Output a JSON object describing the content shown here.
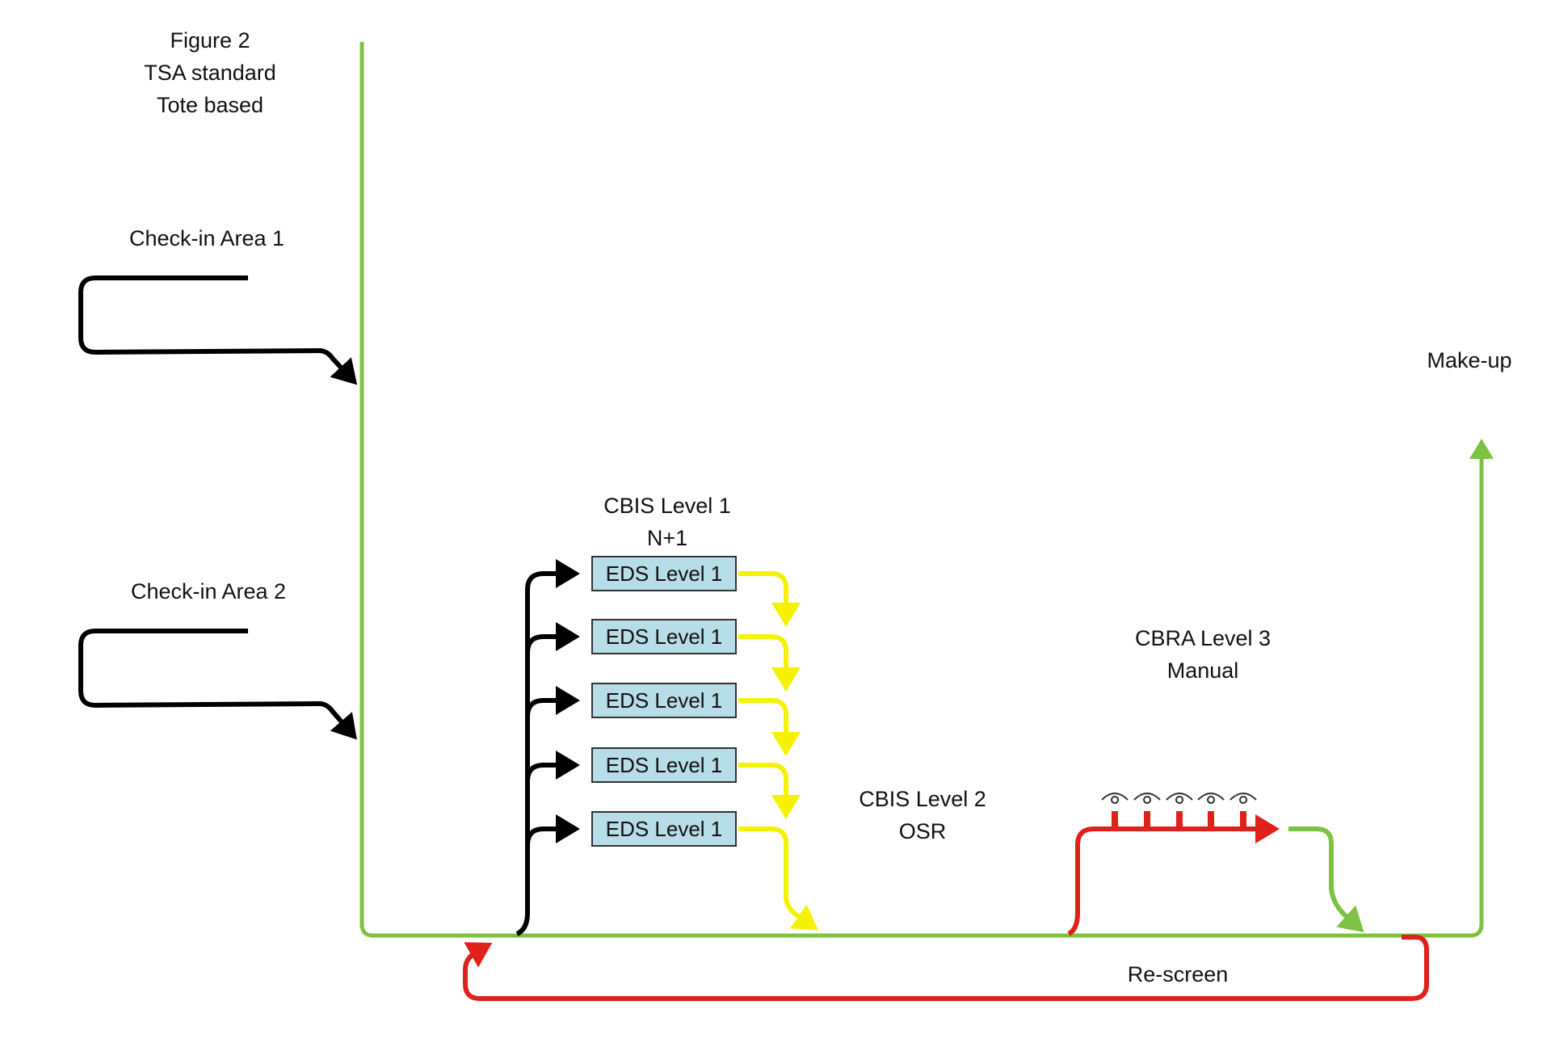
{
  "title": {
    "line1": "Figure  2",
    "line2": "TSA standard",
    "line3": "Tote based"
  },
  "labels": {
    "checkin1": "Check-in Area 1",
    "checkin2": "Check-in Area 2",
    "makeup": "Make-up",
    "cbis1_line1": "CBIS Level 1",
    "cbis1_line2": "N+1",
    "cbis2_line1": "CBIS Level 2",
    "cbis2_line2": "OSR",
    "cbra_line1": "CBRA Level 3",
    "cbra_line2": "Manual",
    "rescreen": "Re-screen"
  },
  "eds_boxes": [
    {
      "label": "EDS Level 1"
    },
    {
      "label": "EDS Level 1"
    },
    {
      "label": "EDS Level 1"
    },
    {
      "label": "EDS Level 1"
    },
    {
      "label": "EDS Level 1"
    }
  ],
  "colors": {
    "main_line": "#7dc242",
    "ingest": "#000000",
    "eds_out": "#f5f200",
    "manual": "#e0201b",
    "eds_fill": "#b7dde8"
  }
}
